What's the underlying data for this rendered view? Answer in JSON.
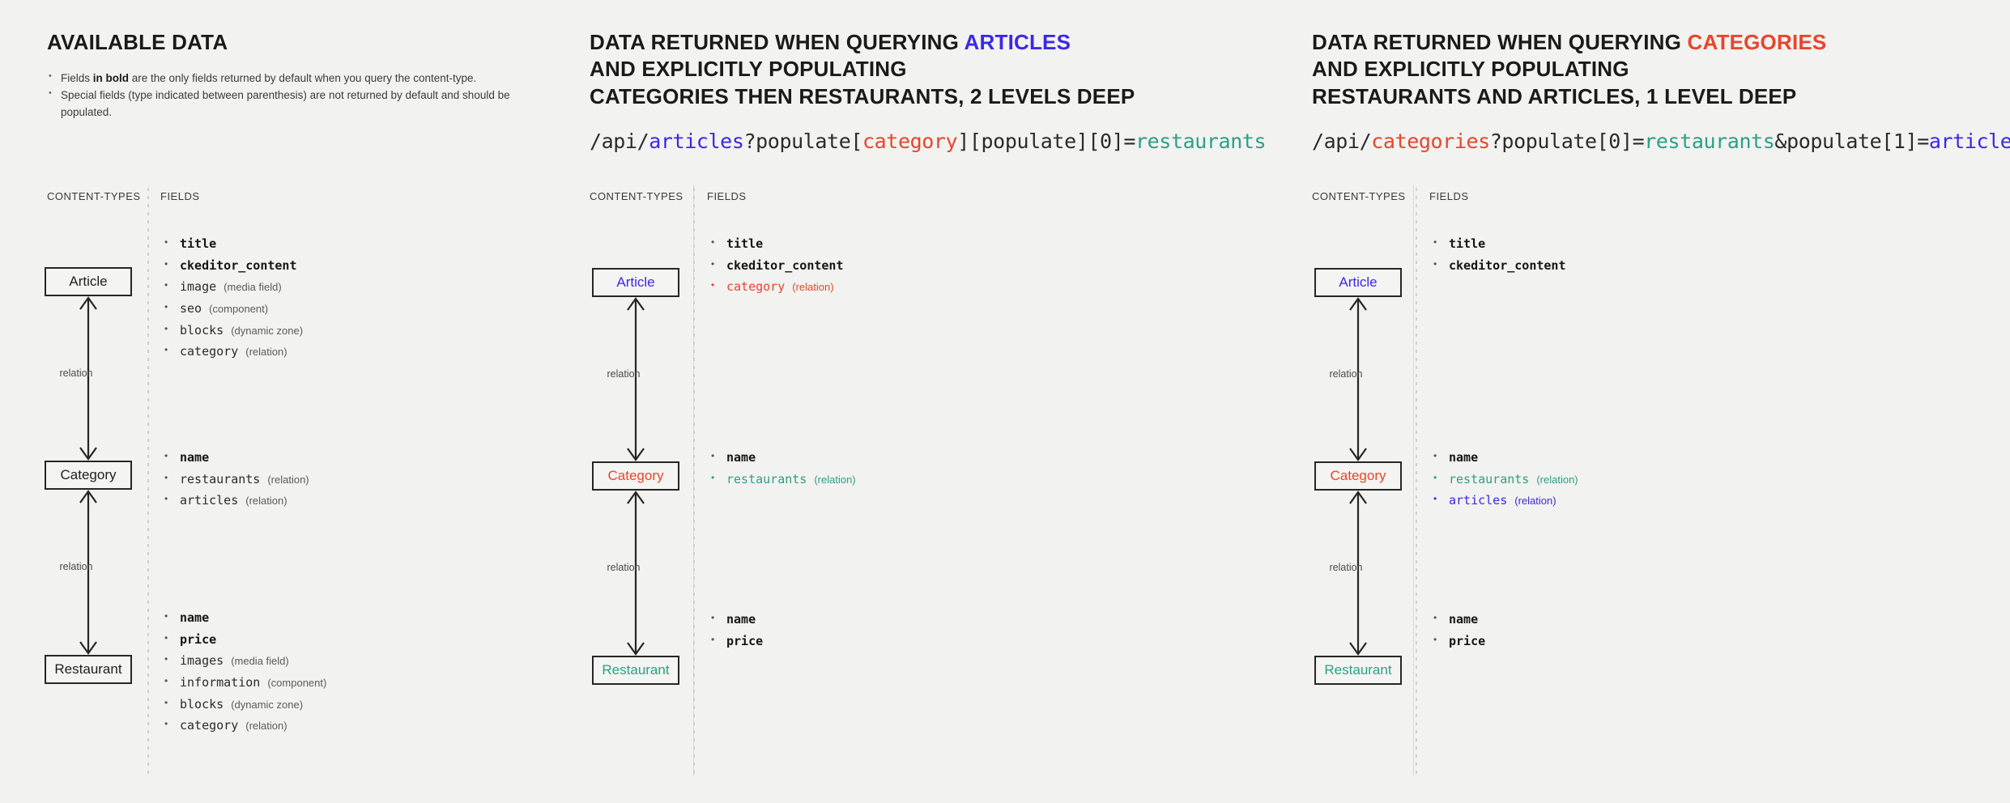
{
  "colors": {
    "background": "#f2f2f0",
    "blue": "#3b28e8",
    "red": "#e8452c",
    "teal": "#2aa183",
    "ink": "#1f1f1f"
  },
  "labels": {
    "content_types": "CONTENT-TYPES",
    "fields": "FIELDS",
    "relation": "relation"
  },
  "panels": [
    {
      "id": "available-data",
      "title": {
        "line1": "AVAILABLE DATA"
      },
      "notes": [
        {
          "pre": "Fields ",
          "bold": "in bold",
          "post": " are the only fields returned by default when you query the content-type."
        },
        {
          "pre": "Special fields (type indicated between parenthesis) are not returned by default and should be populated.",
          "bold": "",
          "post": ""
        }
      ],
      "nodes": [
        {
          "label": "Article",
          "color": "default"
        },
        {
          "label": "Category",
          "color": "default"
        },
        {
          "label": "Restaurant",
          "color": "default"
        }
      ],
      "groups": [
        [
          {
            "name": "title",
            "type": "",
            "bold": true,
            "color": "default"
          },
          {
            "name": "ckeditor_content",
            "type": "",
            "bold": true,
            "color": "default"
          },
          {
            "name": "image",
            "type": "(media field)",
            "bold": false,
            "color": "default"
          },
          {
            "name": "seo",
            "type": "(component)",
            "bold": false,
            "color": "default"
          },
          {
            "name": "blocks",
            "type": "(dynamic zone)",
            "bold": false,
            "color": "default"
          },
          {
            "name": "category",
            "type": "(relation)",
            "bold": false,
            "color": "default"
          }
        ],
        [
          {
            "name": "name",
            "type": "",
            "bold": true,
            "color": "default"
          },
          {
            "name": "restaurants",
            "type": "(relation)",
            "bold": false,
            "color": "default"
          },
          {
            "name": "articles",
            "type": "(relation)",
            "bold": false,
            "color": "default"
          }
        ],
        [
          {
            "name": "name",
            "type": "",
            "bold": true,
            "color": "default"
          },
          {
            "name": "price",
            "type": "",
            "bold": true,
            "color": "default"
          },
          {
            "name": "images",
            "type": "(media field)",
            "bold": false,
            "color": "default"
          },
          {
            "name": "information",
            "type": "(component)",
            "bold": false,
            "color": "default"
          },
          {
            "name": "blocks",
            "type": "(dynamic zone)",
            "bold": false,
            "color": "default"
          },
          {
            "name": "category",
            "type": "(relation)",
            "bold": false,
            "color": "default"
          }
        ]
      ]
    },
    {
      "id": "query-articles",
      "title": {
        "line1_pre": "DATA RETURNED WHEN QUERYING ",
        "line1_accent": "ARTICLES",
        "line2": "AND EXPLICITLY POPULATING",
        "line3": "CATEGORIES THEN RESTAURANTS, 2 LEVELS DEEP"
      },
      "url_parts": [
        {
          "t": "/api/",
          "c": "plain"
        },
        {
          "t": "articles",
          "c": "blue"
        },
        {
          "t": "?populate[",
          "c": "plain"
        },
        {
          "t": "category",
          "c": "red"
        },
        {
          "t": "][populate][0]=",
          "c": "plain"
        },
        {
          "t": "restaurants",
          "c": "teal"
        }
      ],
      "nodes": [
        {
          "label": "Article",
          "color": "blue"
        },
        {
          "label": "Category",
          "color": "red"
        },
        {
          "label": "Restaurant",
          "color": "teal"
        }
      ],
      "groups": [
        [
          {
            "name": "title",
            "type": "",
            "bold": true,
            "color": "default"
          },
          {
            "name": "ckeditor_content",
            "type": "",
            "bold": true,
            "color": "default"
          },
          {
            "name": "category",
            "type": "(relation)",
            "bold": false,
            "color": "red"
          }
        ],
        [
          {
            "name": "name",
            "type": "",
            "bold": true,
            "color": "default"
          },
          {
            "name": "restaurants",
            "type": "(relation)",
            "bold": false,
            "color": "teal"
          }
        ],
        [
          {
            "name": "name",
            "type": "",
            "bold": true,
            "color": "default"
          },
          {
            "name": "price",
            "type": "",
            "bold": true,
            "color": "default"
          }
        ]
      ]
    },
    {
      "id": "query-categories",
      "title": {
        "line1_pre": "DATA RETURNED WHEN QUERYING ",
        "line1_accent": "CATEGORIES",
        "line2": "AND EXPLICITLY POPULATING",
        "line3": "RESTAURANTS AND ARTICLES, 1 LEVEL DEEP"
      },
      "url_parts": [
        {
          "t": "/api/",
          "c": "plain"
        },
        {
          "t": "categories",
          "c": "red"
        },
        {
          "t": "?populate[0]=",
          "c": "plain"
        },
        {
          "t": "restaurants",
          "c": "teal"
        },
        {
          "t": "&populate[1]=",
          "c": "plain"
        },
        {
          "t": "articles",
          "c": "blue"
        }
      ],
      "nodes": [
        {
          "label": "Article",
          "color": "blue"
        },
        {
          "label": "Category",
          "color": "red"
        },
        {
          "label": "Restaurant",
          "color": "teal"
        }
      ],
      "groups": [
        [
          {
            "name": "title",
            "type": "",
            "bold": true,
            "color": "default"
          },
          {
            "name": "ckeditor_content",
            "type": "",
            "bold": true,
            "color": "default"
          }
        ],
        [
          {
            "name": "name",
            "type": "",
            "bold": true,
            "color": "default"
          },
          {
            "name": "restaurants",
            "type": "(relation)",
            "bold": false,
            "color": "teal"
          },
          {
            "name": "articles",
            "type": "(relation)",
            "bold": false,
            "color": "blue"
          }
        ],
        [
          {
            "name": "name",
            "type": "",
            "bold": true,
            "color": "default"
          },
          {
            "name": "price",
            "type": "",
            "bold": true,
            "color": "default"
          }
        ]
      ]
    }
  ]
}
